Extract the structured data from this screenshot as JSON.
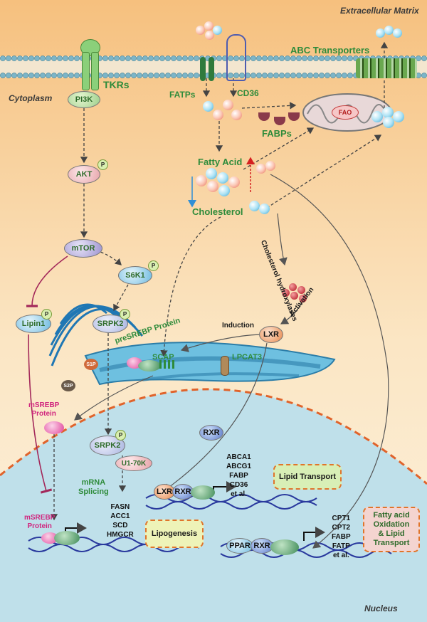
{
  "regions": {
    "extracellular": "Extracellular Matrix",
    "cytoplasm": "Cytoplasm",
    "nucleus": "Nucleus"
  },
  "membrane": {
    "tkrs": "TKRs",
    "fatps": "FATPs",
    "cd36": "CD36",
    "abc": "ABC Transporters"
  },
  "signaling": {
    "pi3k": "PI3K",
    "akt": "AKT",
    "mtor": "mTOR",
    "s6k1": "S6K1",
    "srpk2": "SRPK2",
    "lipin1": "Lipin1",
    "phospho": "P"
  },
  "lipids": {
    "fabps": "FABPs",
    "fao": "FAO",
    "fatty_acid": "Fatty Acid",
    "cholesterol": "Cholesterol",
    "hydroxylases": "Cholesterol hydroxylases",
    "activation": "Activation",
    "induction": "Induction",
    "lxr": "LXR",
    "lpcat3": "LPCAT3"
  },
  "er": {
    "presrebp": "preSREBP Protein",
    "scap": "SCAP",
    "s1p": "S1P",
    "s2p": "S2P"
  },
  "msrebp_cyto": [
    "mSREBP",
    "Protein"
  ],
  "nuclear": {
    "rxr": "RXR",
    "srpk2": "SRPK2",
    "u170k": "U1-70K",
    "mrna": [
      "mRNA",
      "Splicing"
    ],
    "msrebp": [
      "mSREBP",
      "Protein"
    ],
    "lipo_genes": [
      "FASN",
      "ACC1",
      "SCD",
      "HMGCR"
    ],
    "lipogenesis": "Lipogenesis",
    "lxr_rxr": [
      "LXR",
      "RXR"
    ],
    "lt_genes": [
      "ABCA1",
      "ABCG1",
      "FABP",
      "CD36",
      "et al."
    ],
    "lipid_transport": "Lipid Transport",
    "ppar_rxr": [
      "PPAR",
      "RXR"
    ],
    "fao_genes": [
      "CPT1",
      "CPT2",
      "FABP",
      "FATP",
      "et al."
    ],
    "fao_box": [
      "Fatty acid",
      "Oxidation",
      "& Lipid",
      "Transport"
    ]
  },
  "colors": {
    "bg_top": "#f7c98a",
    "bg_bottom": "#fbefd8",
    "nucleus": "#bfe0ea",
    "membrane": "#7cb5c8",
    "green_text": "#2e8b3a",
    "magenta_text": "#d0257e"
  }
}
